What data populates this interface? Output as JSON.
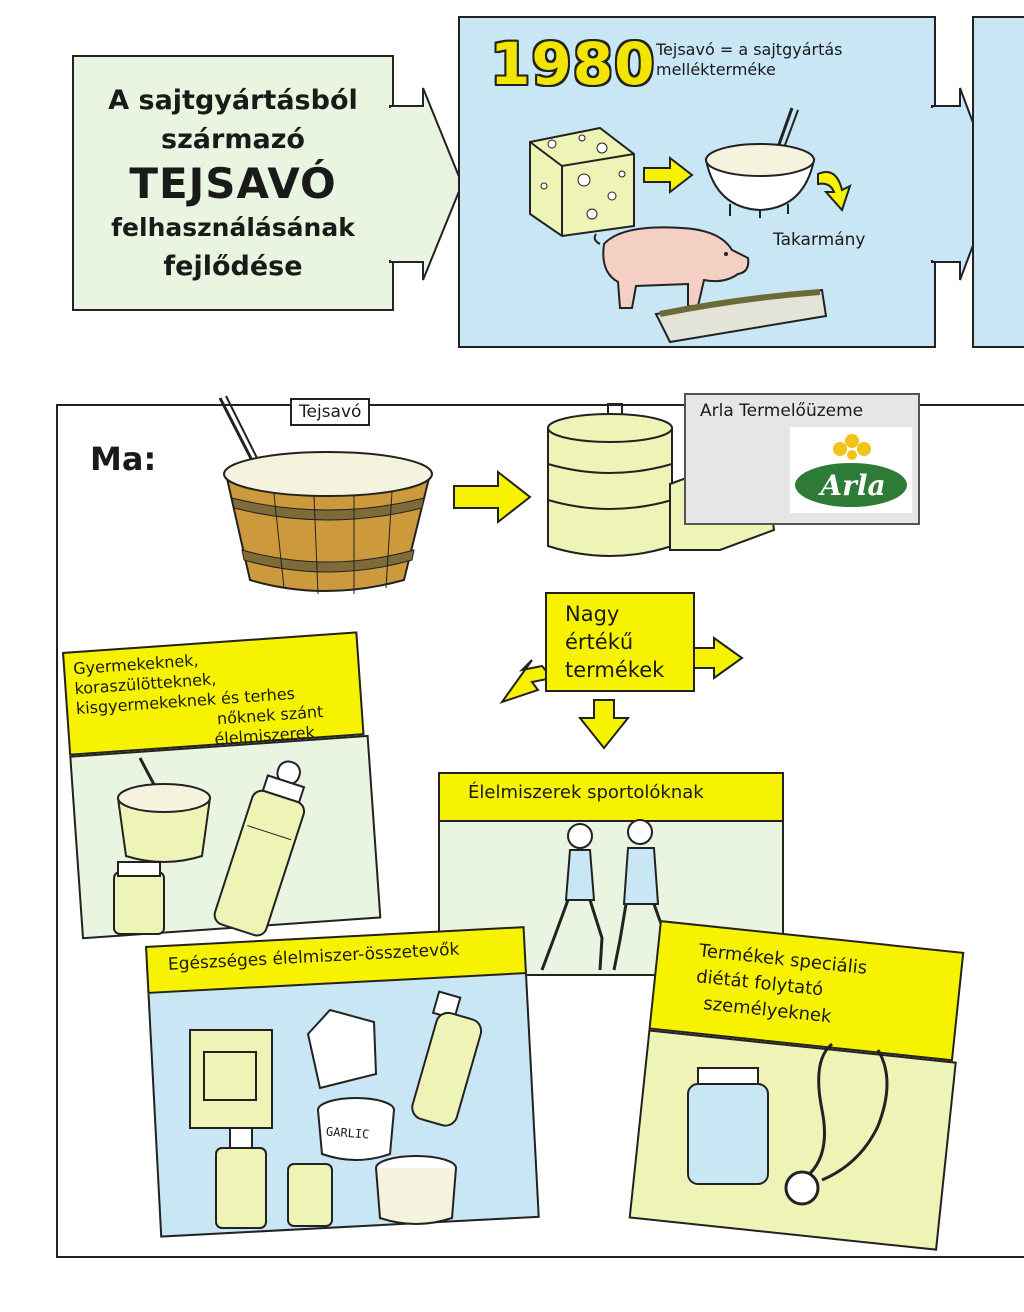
{
  "title": {
    "line1": "A sajtgyártásból",
    "line2": "származó",
    "line3": "TEJSAVÓ",
    "line4": "felhasználásának",
    "line5": "fejlődése"
  },
  "panel_1980": {
    "year": "1980",
    "text_line1": "Tejsavó = a sajtgyártás",
    "text_line2": "mellékterméke",
    "feed_label": "Takarmány"
  },
  "today": {
    "heading": "Ma:",
    "whey_label": "Tejsavó",
    "plant_label": "Arla Termelőüzeme",
    "logo_text": "Arla",
    "high_value_line1": "Nagy",
    "high_value_line2": "értékű",
    "high_value_line3": "termékek"
  },
  "cards": {
    "children": {
      "line1": "Gyermekeknek,",
      "line2": "koraszülötteknek,",
      "line3": "kisgyermekeknek és terhes",
      "line4": "nőknek szánt",
      "line5": "élelmiszerek"
    },
    "sports": {
      "label": "Élelmiszerek sportolóknak"
    },
    "healthy": {
      "label": "Egészséges élelmiszer-összetevők",
      "garlic_label": "GARLIC"
    },
    "diet": {
      "line1": "Termékek speciális",
      "line2": "diétát folytató",
      "line3": "személyeknek"
    }
  },
  "colors": {
    "yellow": "#f7f300",
    "light_blue": "#c9e6f4",
    "light_green": "#eaf5e1",
    "pale_yellow": "#eef3b6",
    "arla_green": "#2d7b37"
  }
}
